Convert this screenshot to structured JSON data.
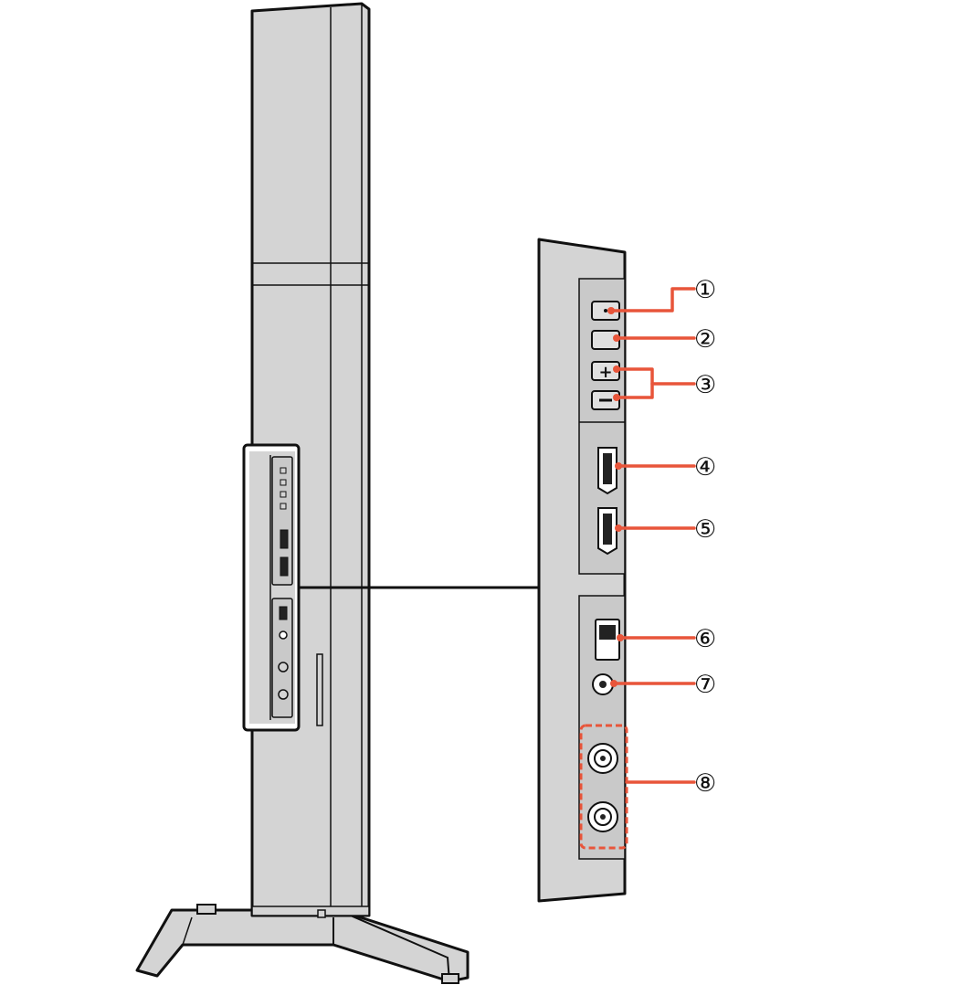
{
  "colors": {
    "body_fill": "#d4d4d4",
    "panel_fill": "#c9c9c9",
    "outline": "#111111",
    "leader_line": "#e8553a",
    "dashed_frame": "#e8553a",
    "callout_fill": "#ffffff"
  },
  "icons": [
    "power-button-icon",
    "input-button-icon",
    "volume-plus-icon",
    "volume-minus-icon",
    "hdmi-port-icon",
    "usb-port-icon",
    "headphone-jack-icon",
    "antenna-connector-icon"
  ],
  "callouts": [
    {
      "id": "1",
      "label": "①"
    },
    {
      "id": "2",
      "label": "②"
    },
    {
      "id": "3",
      "label": "③"
    },
    {
      "id": "4",
      "label": "④"
    },
    {
      "id": "5",
      "label": "⑤"
    },
    {
      "id": "6",
      "label": "⑥"
    },
    {
      "id": "7",
      "label": "⑦"
    },
    {
      "id": "8",
      "label": "⑧"
    }
  ]
}
